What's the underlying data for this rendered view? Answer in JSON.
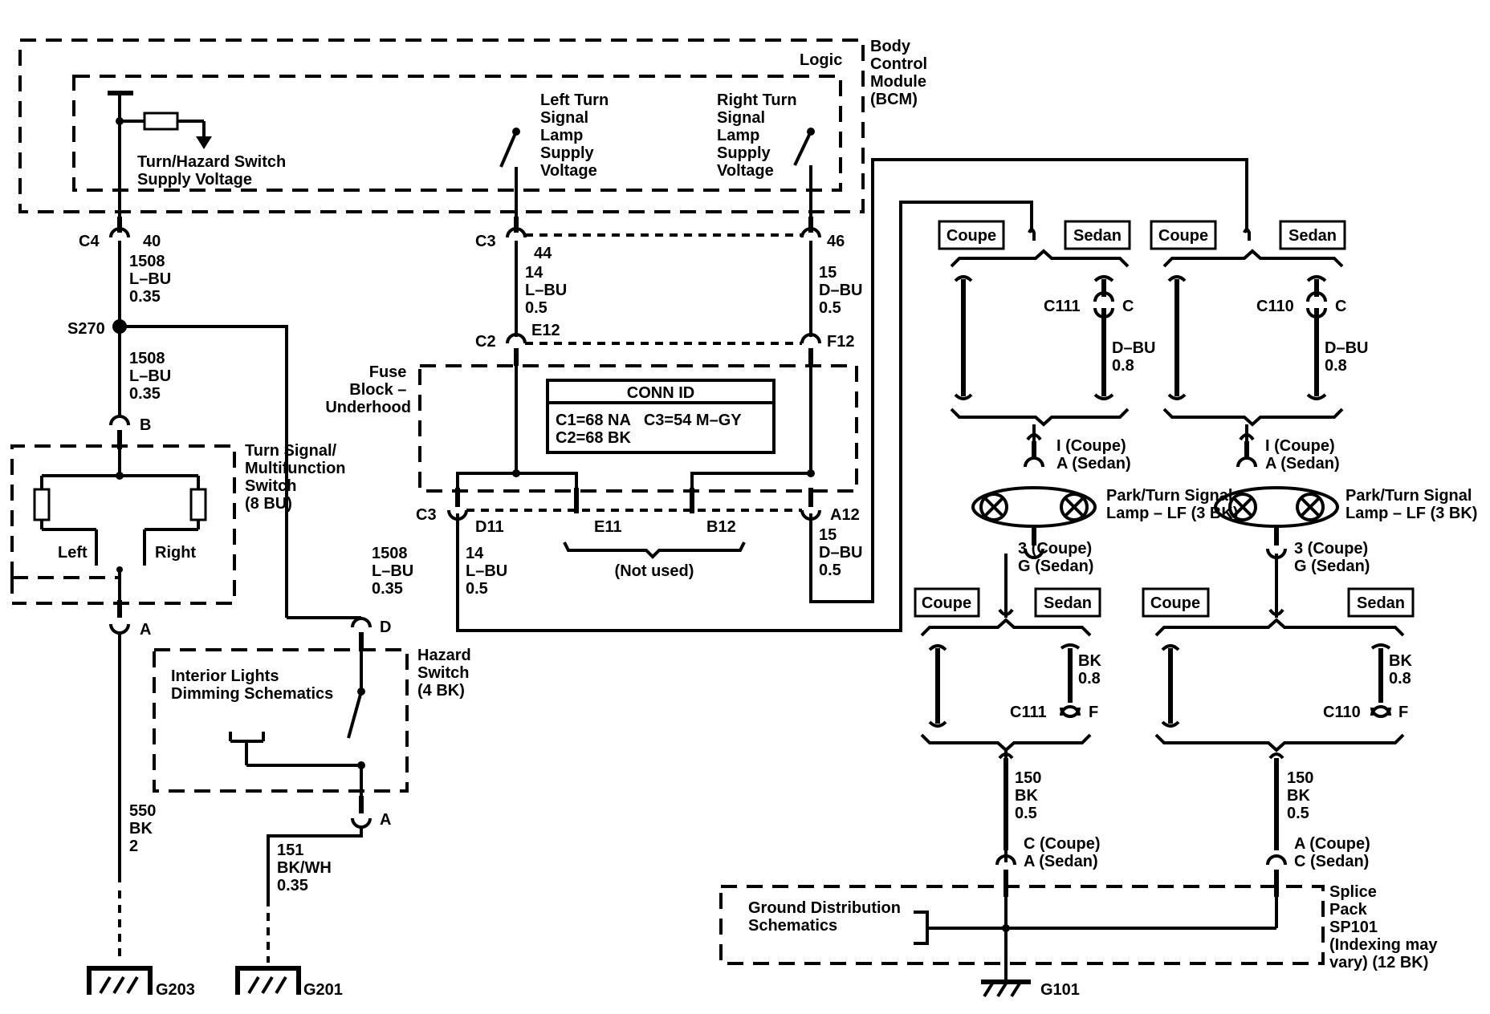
{
  "labels": {
    "bcm": [
      "Body",
      "Control",
      "Module",
      "(BCM)"
    ],
    "logic": "Logic",
    "turn_hazard_supply": [
      "Turn/Hazard Switch",
      "Supply Voltage"
    ],
    "left_turn_supply": [
      "Left Turn",
      "Signal",
      "Lamp",
      "Supply",
      "Voltage"
    ],
    "right_turn_supply": [
      "Right Turn",
      "Signal",
      "Lamp",
      "Supply",
      "Voltage"
    ],
    "fuse_block": [
      "Fuse",
      "Block –",
      "Underhood"
    ],
    "conn_id": {
      "title": "CONN ID",
      "line1": "C1=68 NA   C3=54 M–GY",
      "line2": "C2=68 BK"
    },
    "not_used": "(Not used)",
    "turn_signal_switch": [
      "Turn Signal/",
      "Multifunction",
      "Switch",
      "(8 BU)"
    ],
    "switch_left": "Left",
    "switch_right": "Right",
    "hazard_switch": [
      "Hazard",
      "Switch",
      "(4 BK)"
    ],
    "interior_lights": [
      "Interior Lights",
      "Dimming Schematics"
    ],
    "ground_dist": [
      "Ground Distribution",
      "Schematics"
    ],
    "splice_pack": [
      "Splice",
      "Pack",
      "SP101",
      "(Indexing may",
      "vary) (12 BK)"
    ],
    "park_turn_lamp": [
      "Park/Turn Signal",
      "Lamp – LF (3 BK)"
    ],
    "coupe": "Coupe",
    "sedan": "Sedan"
  },
  "connectors": {
    "c4": "C4",
    "c4_pin": "40",
    "c3_top": "C3",
    "c3_top_pin": "44",
    "c3_top_pin_r": "46",
    "c2": "C2",
    "c2_pin_l": "E12",
    "c2_pin_r": "F12",
    "c3_bot": "C3",
    "c3_bot_d11": "D11",
    "c3_bot_e11": "E11",
    "c3_bot_b12": "B12",
    "c3_bot_a12": "A12",
    "s270": "S270",
    "pin_b": "B",
    "pin_a_ts": "A",
    "pin_d": "D",
    "pin_a_hz": "A",
    "c111": "C111",
    "c110": "C110",
    "pin_c": "C",
    "pin_f": "F",
    "lamp_top_pin": [
      "I (Coupe)",
      "A (Sedan)"
    ],
    "lamp_bot_pin": [
      "3 (Coupe)",
      "G (Sedan)"
    ],
    "gnd_pin_left": [
      "C (Coupe)",
      "A (Sedan)"
    ],
    "gnd_pin_right": [
      "A (Coupe)",
      "C (Sedan)"
    ]
  },
  "wires": {
    "w1508_a": [
      "1508",
      "L–BU",
      "0.35"
    ],
    "w1508_b": [
      "1508",
      "L–BU",
      "0.35"
    ],
    "w1508_c": [
      "1508",
      "L–BU",
      "0.35"
    ],
    "w14_top": [
      "14",
      "L–BU",
      "0.5"
    ],
    "w15_top": [
      "15",
      "D–BU",
      "0.5"
    ],
    "w14_bot": [
      "14",
      "L–BU",
      "0.5"
    ],
    "w15_bot": [
      "15",
      "D–BU",
      "0.5"
    ],
    "w_dbu_08": [
      "D–BU",
      "0.8"
    ],
    "w_bk_08": [
      "BK",
      "0.8"
    ],
    "w150": [
      "150",
      "BK",
      "0.5"
    ],
    "w550": [
      "550",
      "BK",
      "2"
    ],
    "w151": [
      "151",
      "BK/WH",
      "0.35"
    ]
  },
  "grounds": {
    "g203": "G203",
    "g201": "G201",
    "g101": "G101"
  }
}
